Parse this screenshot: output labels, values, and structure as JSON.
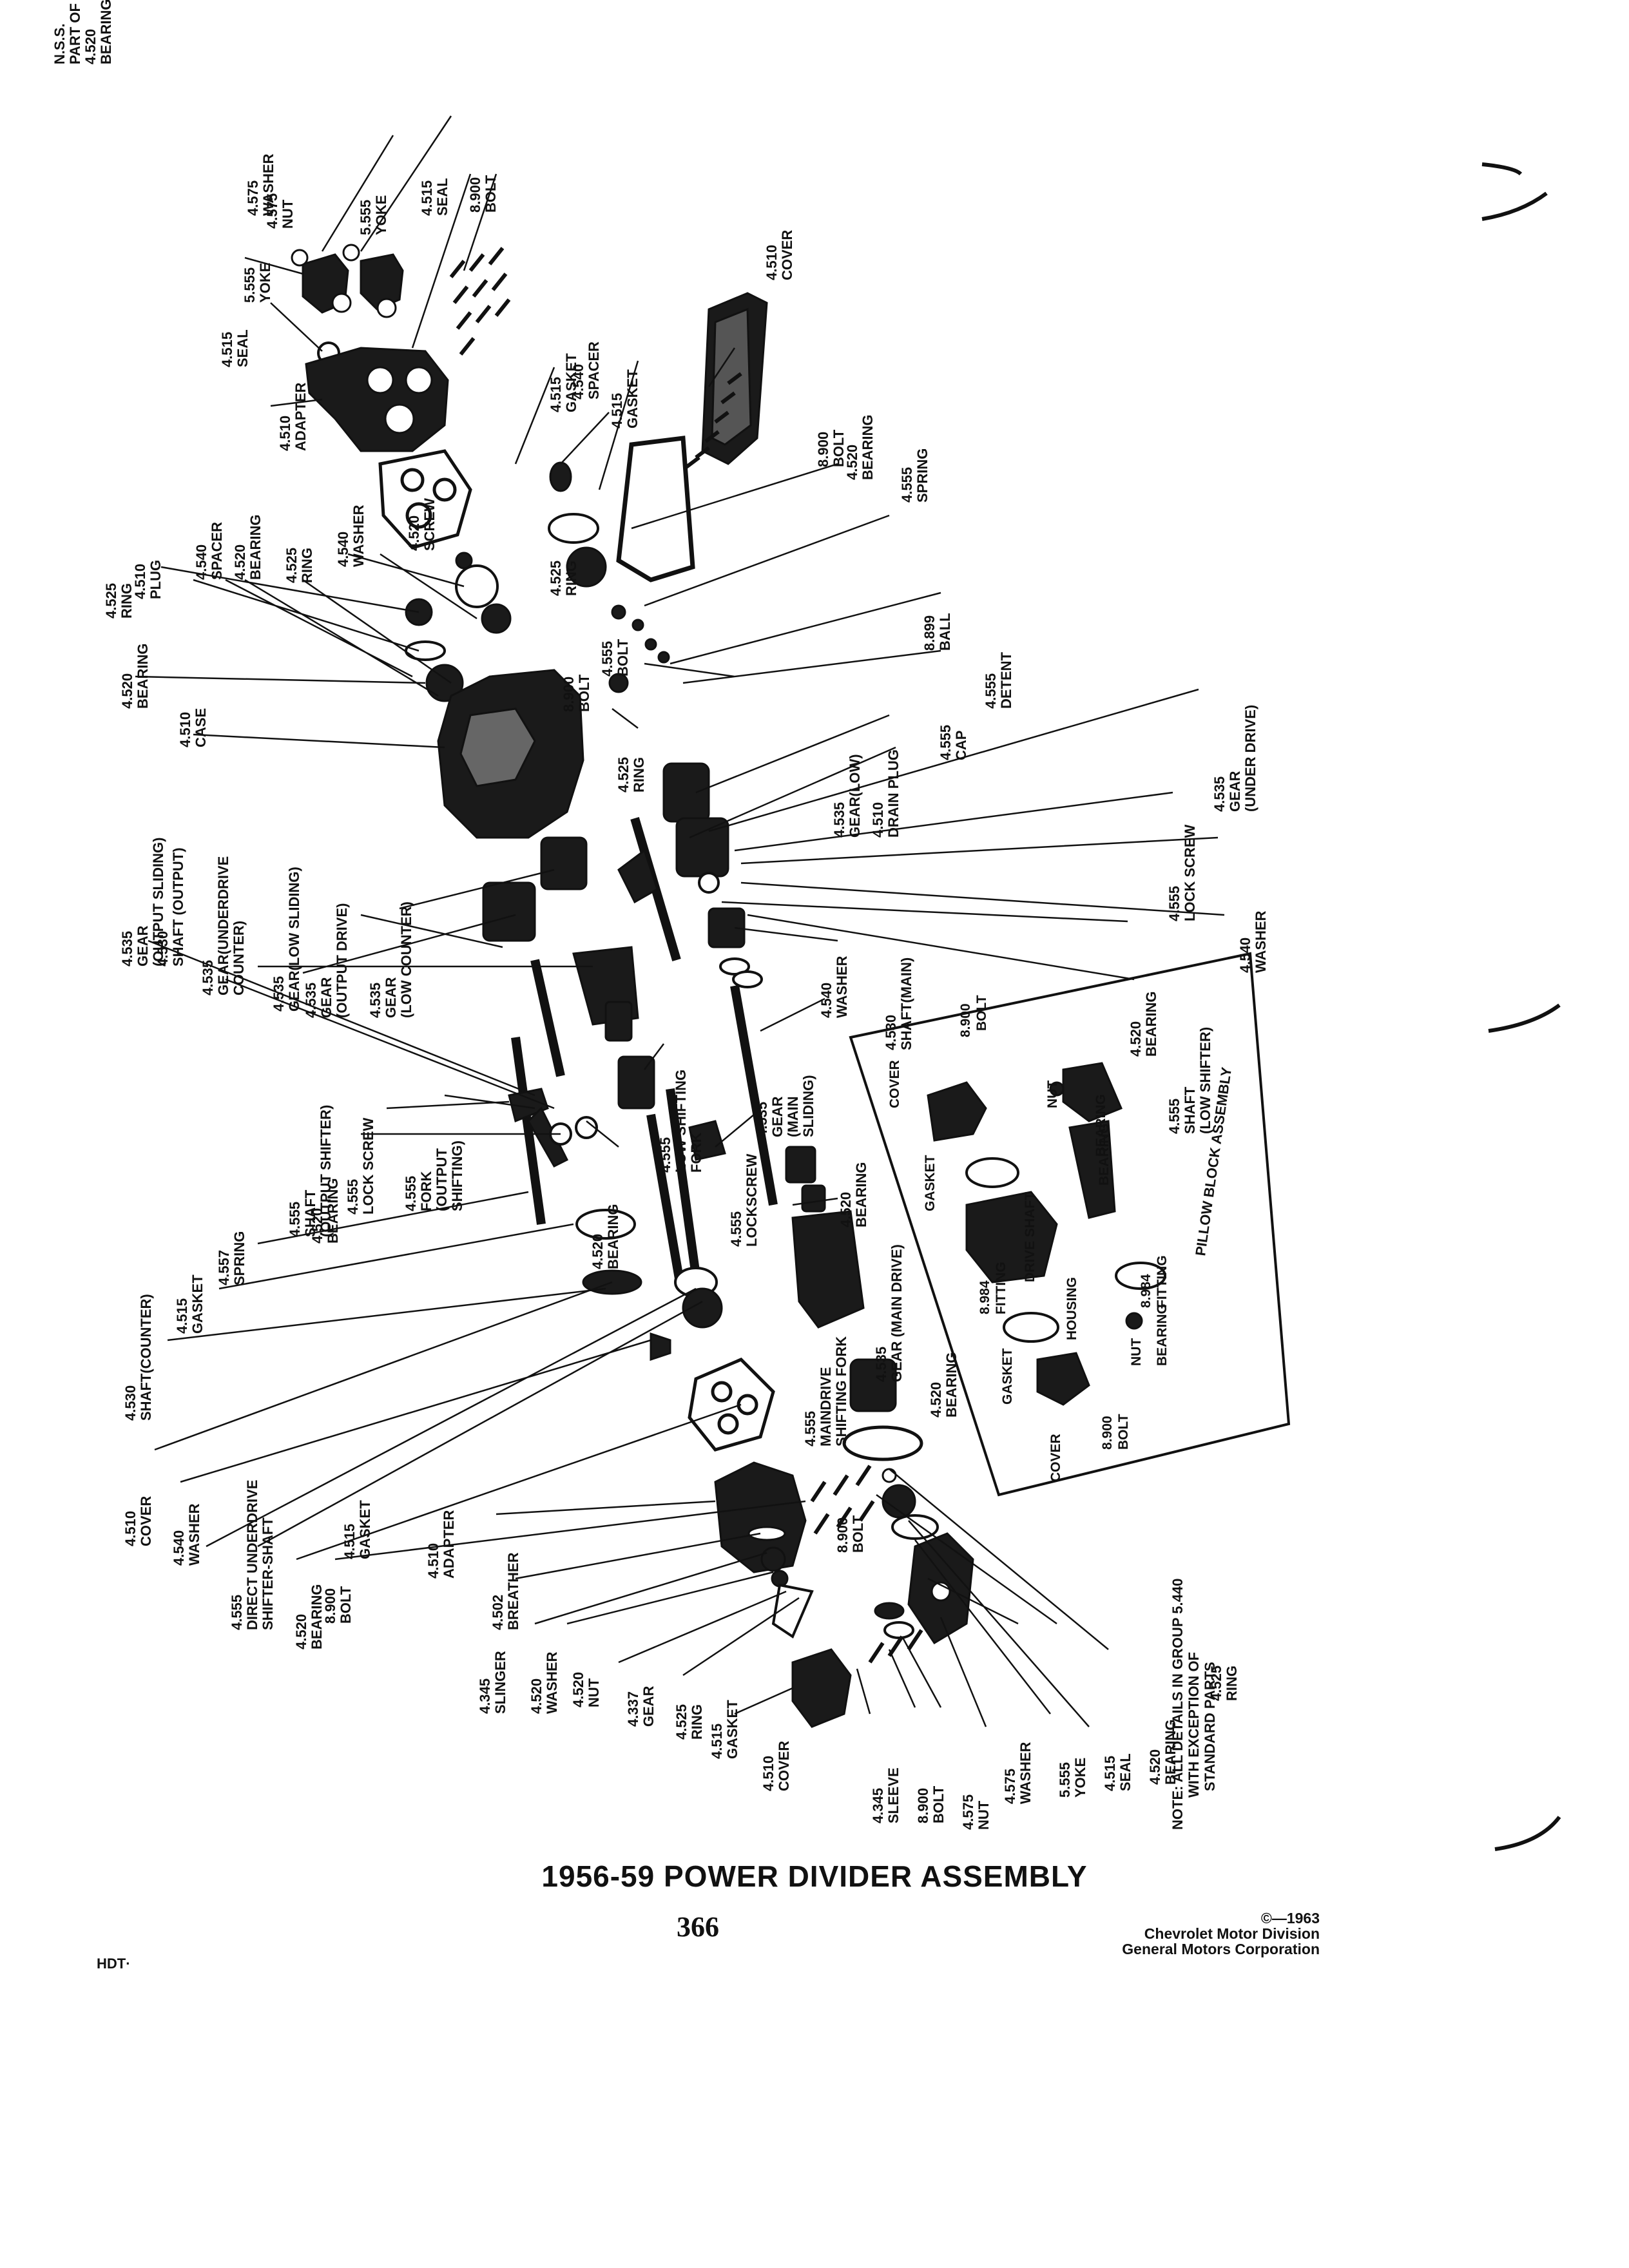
{
  "diagram": {
    "title": "1956-59 POWER DIVIDER ASSEMBLY",
    "page_number": "366",
    "margin_tag": "HDT·",
    "copyright_year": "©—1963",
    "copyright_line1": "Chevrolet Motor Division",
    "copyright_line2": "General Motors Corporation",
    "inset_title": "PILLOW BLOCK ASSEMBLY",
    "note": [
      "NOTE: ALL DETAILS IN GROUP 5.440",
      "WITH EXCEPTION OF",
      "STANDARD PARTS"
    ],
    "callouts": [
      [
        "4.575",
        "WASHER"
      ],
      [
        "4.575",
        "NUT"
      ],
      [
        "5.555",
        "YOKE"
      ],
      [
        "5.555",
        "YOKE"
      ],
      [
        "4.515",
        "SEAL"
      ],
      [
        "8.900",
        "BOLT"
      ],
      [
        "4.515",
        "SEAL"
      ],
      [
        "4.510",
        "ADAPTER"
      ],
      [
        "4.510",
        "COVER"
      ],
      [
        "4.515",
        "GASKET"
      ],
      [
        "4.540",
        "SPACER"
      ],
      [
        "4.515",
        "GASKET"
      ],
      [
        "8.900",
        "BOLT"
      ],
      [
        "4.520",
        "BEARING"
      ],
      [
        "4.555",
        "SPRING"
      ],
      [
        "4.525",
        "RING"
      ],
      [
        "4.510",
        "PLUG"
      ],
      [
        "4.540",
        "SPACER"
      ],
      [
        "4.520",
        "BEARING"
      ],
      [
        "4.525",
        "RING"
      ],
      [
        "4.540",
        "WASHER"
      ],
      [
        "4.520",
        "SCREW"
      ],
      [
        "4.525",
        "RING"
      ],
      [
        "8.899",
        "BALL"
      ],
      [
        "4.555",
        "BOLT"
      ],
      [
        "8.900",
        "BOLT"
      ],
      [
        "4.520",
        "BEARING"
      ],
      [
        "4.510",
        "CASE"
      ],
      [
        "4.555",
        "DETENT"
      ],
      [
        "4.555",
        "CAP"
      ],
      [
        "4.525",
        "RING"
      ],
      [
        "4.535",
        "GEAR(LOW)"
      ],
      [
        "4.510",
        "DRAIN PLUG"
      ],
      [
        "4.535",
        "GEAR",
        "(UNDER DRIVE)"
      ],
      [
        "4.535",
        "GEAR",
        "(OUTPUT SLIDING)"
      ],
      [
        "4.530",
        "SHAFT (OUTPUT)"
      ],
      [
        "4.535",
        "GEAR(UNDERDRIVE",
        "COUNTER)"
      ],
      [
        "4.535",
        "GEAR(LOW SLIDING)"
      ],
      [
        "4.535",
        "GEAR",
        "(OUTPUT DRIVE)"
      ],
      [
        "4.535",
        "GEAR",
        "(LOW COUNTER)"
      ],
      [
        "4.555",
        "LOCK SCREW"
      ],
      [
        "4.540",
        "WASHER"
      ],
      [
        "4.540",
        "WASHER"
      ],
      [
        "4.530",
        "SHAFT(MAIN)"
      ],
      [
        "4.520",
        "BEARING"
      ],
      [
        "4.555",
        "SHAFT",
        "(LOW SHIFTER)"
      ],
      [
        "4.555",
        "LOW SHIFTING",
        "FORK"
      ],
      [
        "4.535",
        "GEAR",
        "(MAIN",
        "SLIDING)"
      ],
      [
        "4.555",
        "FORK",
        "(OUTPUT",
        "SHIFTING)"
      ],
      [
        "4.555",
        "LOCK SCREW"
      ],
      [
        "4.555",
        "SHAFT",
        "(OUTPUT SHIFTER)"
      ],
      [
        "4.520",
        "BEARING"
      ],
      [
        "4.520",
        "BEARING"
      ],
      [
        "4.555",
        "LOCKSCREW"
      ],
      [
        "4.520",
        "BEARING"
      ],
      [
        "4.557",
        "SPRING"
      ],
      [
        "4.515",
        "GASKET"
      ],
      [
        "4.530",
        "SHAFT(COUNTER)"
      ],
      [
        "4.535",
        "GEAR (MAIN DRIVE)"
      ],
      [
        "4.555",
        "MAINDRIVE",
        "SHIFTING FORK"
      ],
      [
        "4.520",
        "BEARING"
      ],
      [
        "4.510",
        "COVER"
      ],
      [
        "4.540",
        "WASHER"
      ],
      [
        "4.555",
        "DIRECT UNDERDRIVE",
        "SHIFTER-SHAFT"
      ],
      [
        "4.520",
        "BEARING"
      ],
      [
        "8.900",
        "BOLT"
      ],
      [
        "4.515",
        "GASKET"
      ],
      [
        "8.900",
        "BOLT"
      ],
      [
        "4.510",
        "ADAPTER"
      ],
      [
        "4.502",
        "BREATHER"
      ],
      [
        "4.345",
        "SLINGER"
      ],
      [
        "4.520",
        "WASHER"
      ],
      [
        "4.520",
        "NUT"
      ],
      [
        "4.337",
        "GEAR"
      ],
      [
        "4.525",
        "RING"
      ],
      [
        "4.515",
        "GASKET"
      ],
      [
        "4.510",
        "COVER"
      ],
      [
        "4.345",
        "SLEEVE"
      ],
      [
        "8.900",
        "BOLT"
      ],
      [
        "4.575",
        "NUT"
      ],
      [
        "4.575",
        "WASHER"
      ],
      [
        "5.555",
        "YOKE"
      ],
      [
        "4.515",
        "SEAL"
      ],
      [
        "4.520",
        "BEARING"
      ],
      [
        "4.525",
        "RING"
      ],
      [
        "N.S.S.",
        "PART OF",
        "4.520",
        "BEARING"
      ]
    ],
    "inset_labels": [
      "COVER",
      "8.900",
      "BOLT",
      "NUT",
      "BEARING",
      "GASKET",
      "DRIVE SHAFT",
      "BEARING",
      "8.984",
      "FITTING",
      "8.984",
      "FITTING",
      "HOUSING",
      "GASKET",
      "NUT",
      "BEARING",
      "COVER",
      "8.900",
      "BOLT"
    ]
  }
}
